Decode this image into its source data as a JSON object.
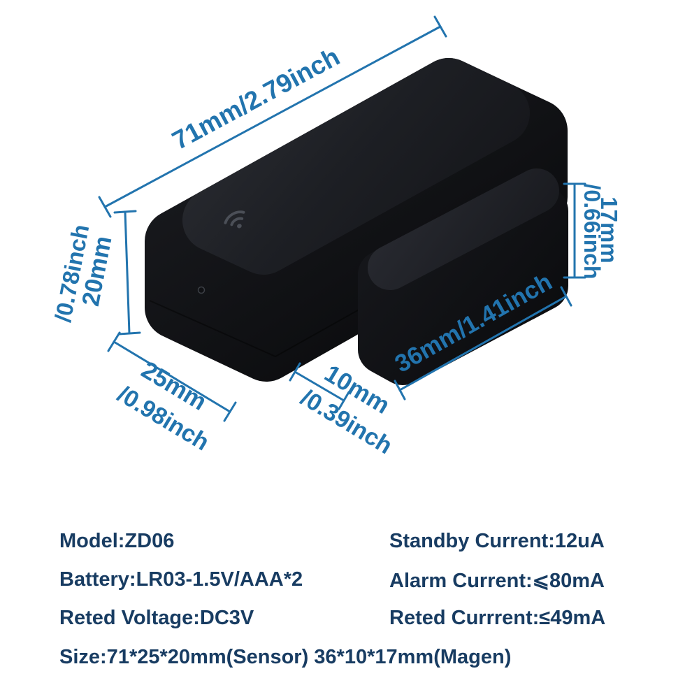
{
  "dimensions": {
    "sensor_length": "71mm/2.79inch",
    "sensor_height_mm": "20mm",
    "sensor_height_inch": "/0.78inch",
    "sensor_width_mm": "25mm",
    "sensor_width_inch": "/0.98inch",
    "magnet_width_mm": "10mm",
    "magnet_width_inch": "/0.39inch",
    "magnet_length": "36mm/1.41inch",
    "magnet_height_mm": "17mm",
    "magnet_height_inch": "/0.66inch"
  },
  "specs": {
    "model": "Model:ZD06",
    "battery": "Battery:LR03-1.5V/AAA*2",
    "rated_voltage": "Reted Voltage:DC3V",
    "standby_current": "Standby Current:12uA",
    "alarm_current": "Alarm Current:⩽80mA",
    "rated_current": "Reted Currrent:≤49mA",
    "size": "Size:71*25*20mm(Sensor) 36*10*17mm(Magen)"
  },
  "icons": {
    "wifi": "wifi-arcs-and-dot",
    "led": "indicator-dot"
  },
  "colors": {
    "dimension_text": "#2274ae",
    "spec_text": "#183c62",
    "device_body": "#16181c",
    "background": "#ffffff"
  }
}
